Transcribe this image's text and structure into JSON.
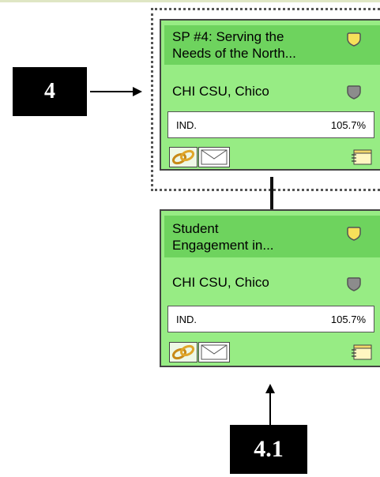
{
  "callouts": {
    "parent_number": "4",
    "child_number": "4.1"
  },
  "cards": [
    {
      "title": "SP #4: Serving the\nNeeds of the North...",
      "org": "CHI CSU, Chico",
      "metric_label": "IND.",
      "metric_value": "105.7%",
      "selected": true
    },
    {
      "title": "Student\nEngagement in...",
      "org": "CHI CSU, Chico",
      "metric_label": "IND.",
      "metric_value": "105.7%",
      "selected": false
    }
  ],
  "colors": {
    "card_bg": "#97ec84",
    "title_bg": "#6ed35e",
    "status_yellow": "#f7e05a",
    "status_gray": "#8c8c8c",
    "callout_bg": "#000000"
  },
  "icons": [
    "chain-link-icon",
    "envelope-icon",
    "note-icon",
    "status-shield-icon",
    "arrow-right-icon",
    "arrow-up-icon"
  ]
}
